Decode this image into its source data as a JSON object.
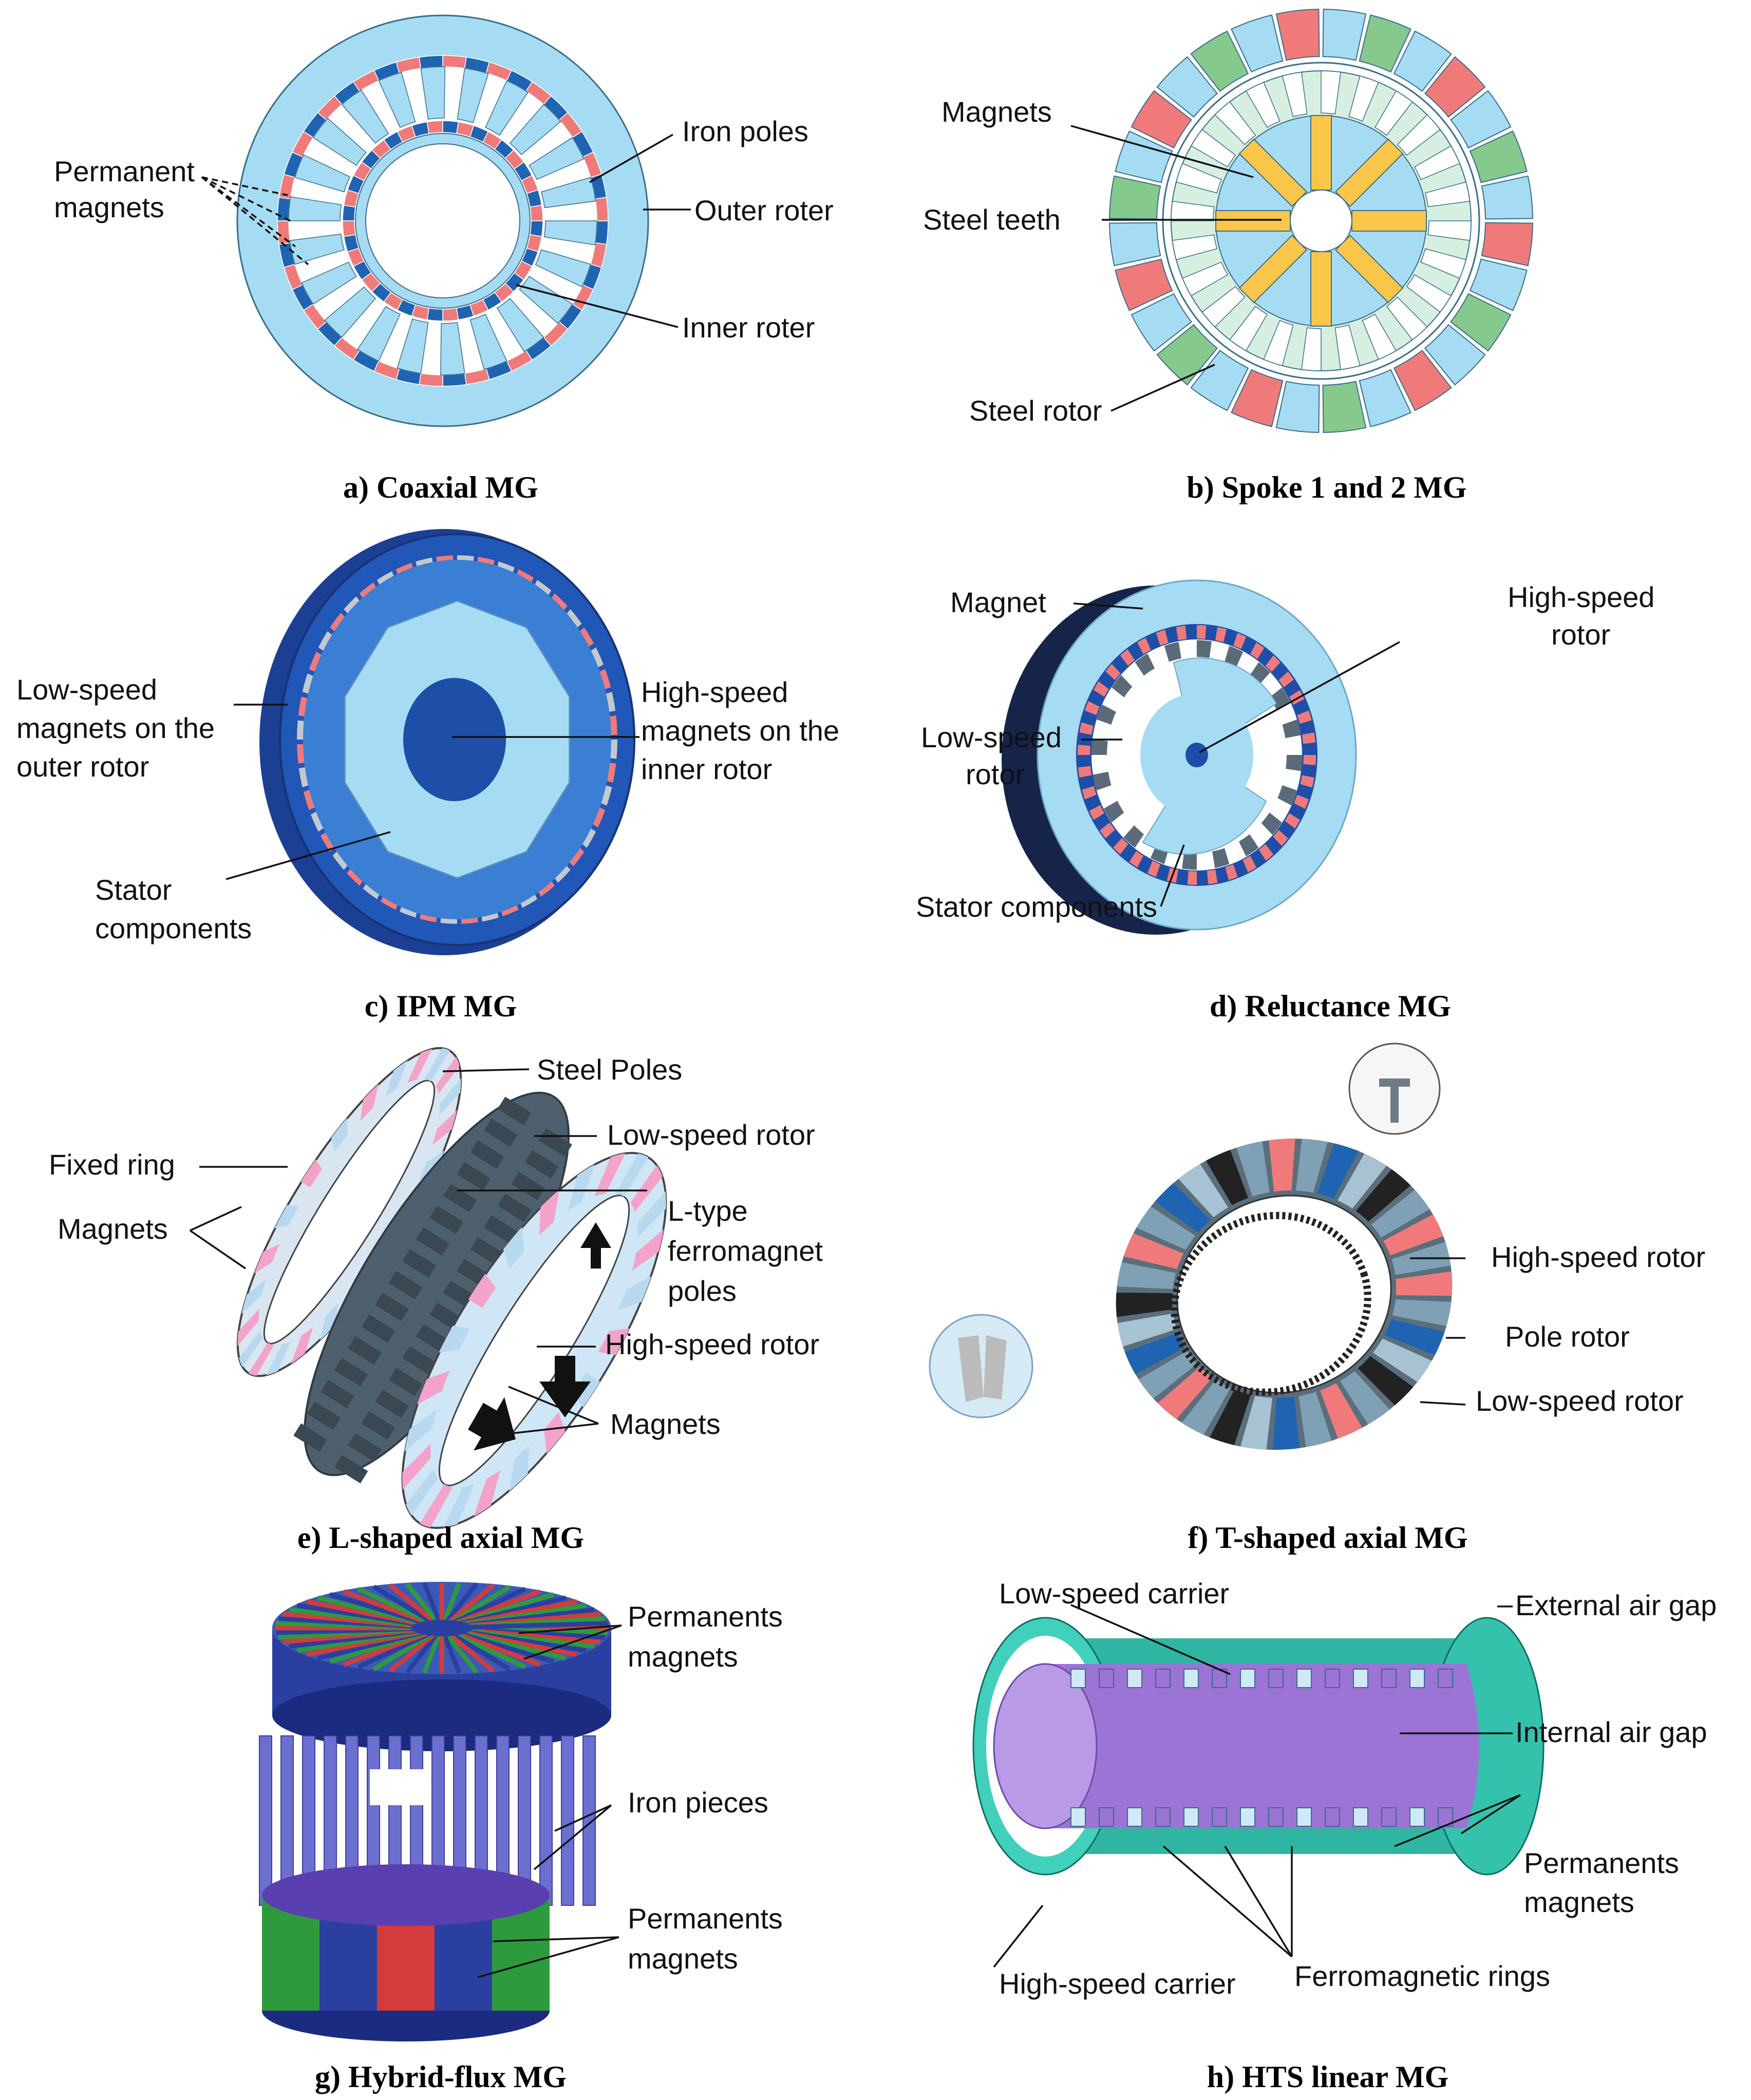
{
  "panels": {
    "a": {
      "caption": "a) Coaxial MG",
      "labels": {
        "pm_line1": "Permanent",
        "pm_line2": "magnets",
        "iron_poles": "Iron poles",
        "outer_rotor": "Outer roter",
        "inner_rotor": "Inner roter"
      }
    },
    "b": {
      "caption": "b) Spoke 1 and 2 MG",
      "labels": {
        "magnets": "Magnets",
        "steel_teeth": "Steel teeth",
        "steel_rotor": "Steel rotor"
      }
    },
    "c": {
      "caption": "c) IPM MG",
      "labels": {
        "ls_1": "Low-speed",
        "ls_2": "magnets on the",
        "ls_3": "outer rotor",
        "hs_1": "High-speed",
        "hs_2": "magnets on the",
        "hs_3": "inner rotor",
        "st_1": "Stator",
        "st_2": "components"
      }
    },
    "d": {
      "caption": "d) Reluctance MG",
      "labels": {
        "magnet": "Magnet",
        "hs_1": "High-speed",
        "hs_2": "rotor",
        "ls_1": "Low-speed",
        "ls_2": "rotor",
        "stator": "Stator components"
      }
    },
    "e": {
      "caption": "e) L-shaped axial MG",
      "labels": {
        "steel_poles": "Steel Poles",
        "low_speed_rotor": "Low-speed rotor",
        "fixed_ring": "Fixed ring",
        "magnets_left": "Magnets",
        "ltype_1": "L-type",
        "ltype_2": "ferromagnet",
        "ltype_3": "poles",
        "high_speed_rotor": "High-speed rotor",
        "magnets_right": "Magnets"
      }
    },
    "f": {
      "caption": "f) T-shaped axial MG",
      "labels": {
        "high_speed_rotor": "High-speed rotor",
        "pole_rotor": "Pole rotor",
        "low_speed_rotor": "Low-speed rotor"
      }
    },
    "g": {
      "caption": "g) Hybrid-flux MG",
      "labels": {
        "pm_top_1": "Permanents",
        "pm_top_2": "magnets",
        "iron_pieces": "Iron pieces",
        "pm_bot_1": "Permanents",
        "pm_bot_2": "magnets"
      }
    },
    "h": {
      "caption": "h) HTS linear MG",
      "labels": {
        "low_speed_carrier": "Low-speed carrier",
        "external_air_gap": "External air gap",
        "internal_air_gap": "Internal air gap",
        "pm_1": "Permanents",
        "pm_2": "magnets",
        "high_speed_carrier": "High-speed carrier",
        "ferro_rings": "Ferromagnetic rings"
      }
    }
  },
  "colors": {
    "light_blue": "#a5dcf3",
    "dark_blue": "#1f63b3",
    "navy": "#1b3f93",
    "red_magnet": "#f07a7a",
    "green_magnet": "#86c98d",
    "orange_magnet": "#f9c64a",
    "pink": "#f3a3c9",
    "slate": "#4e5f6d",
    "teal": "#34c2ad",
    "purple": "#9b74d6"
  }
}
